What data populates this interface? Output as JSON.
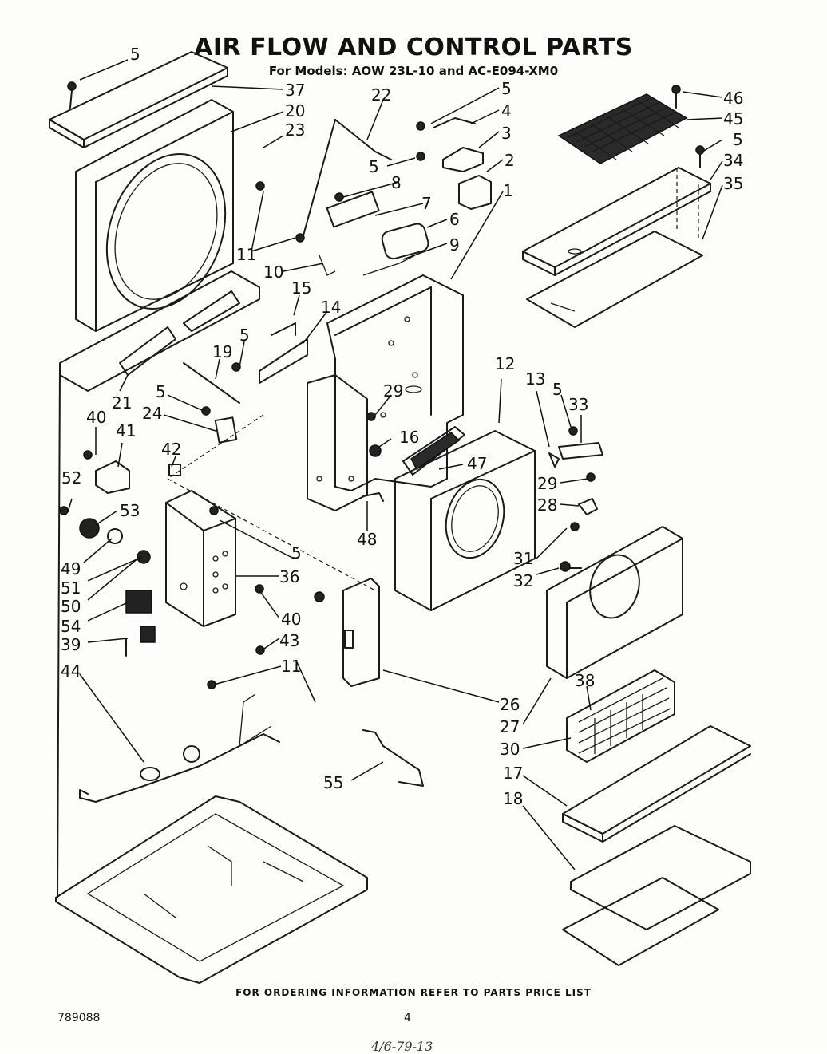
{
  "title": "AIR FLOW AND CONTROL PARTS",
  "subtitle": "For Models: AOW 23L-10 and AC-E094-XM0",
  "footer_note": "FOR ORDERING INFORMATION REFER TO PARTS PRICE LIST",
  "document_number": "789088",
  "page_number": "4",
  "handwritten_note": "4/6-79-13",
  "callouts": {
    "c5a": "5",
    "c37": "37",
    "c20": "20",
    "c23": "23",
    "c22": "22",
    "c5b": "5",
    "c4": "4",
    "c3": "3",
    "c5c": "5",
    "c2": "2",
    "c8": "8",
    "c7": "7",
    "c6": "6",
    "c1": "1",
    "c9": "9",
    "c11a": "11",
    "c10": "10",
    "c15": "15",
    "c14": "14",
    "c46": "46",
    "c45": "45",
    "c5d": "5",
    "c34": "34",
    "c35": "35",
    "c5e": "5",
    "c19": "19",
    "c21": "21",
    "c29a": "29",
    "c12": "12",
    "c13": "13",
    "c5f": "5",
    "c33": "33",
    "c5g": "5",
    "c24": "24",
    "c40a": "40",
    "c41": "41",
    "c16": "16",
    "c42": "42",
    "c47": "47",
    "c52": "52",
    "c53": "53",
    "c29b": "29",
    "c28": "28",
    "c48": "48",
    "c49": "49",
    "c51": "51",
    "c5h": "5",
    "c36": "36",
    "c31": "31",
    "c32": "32",
    "c50": "50",
    "c54": "54",
    "c40b": "40",
    "c39": "39",
    "c43": "43",
    "c11b": "11",
    "c44": "44",
    "c26": "26",
    "c38": "38",
    "c27": "27",
    "c30": "30",
    "c55": "55",
    "c17": "17",
    "c18": "18"
  }
}
